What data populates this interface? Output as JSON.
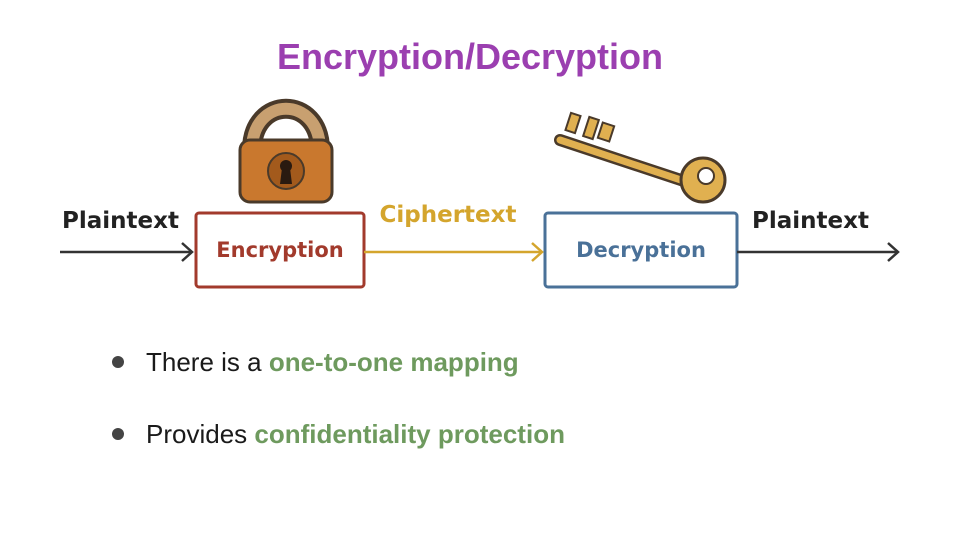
{
  "slide": {
    "title": "Encryption/Decryption",
    "accent_color": "#9b3fb0",
    "highlight_color": "#6e9a5e"
  },
  "diagram": {
    "input_label": "Plaintext",
    "encrypt_label": "Encryption",
    "cipher_label": "Ciphertext",
    "decrypt_label": "Decryption",
    "output_label": "Plaintext",
    "lock_icon": "padlock-icon",
    "key_icon": "key-icon",
    "colors": {
      "encrypt_box": "#a23a2c",
      "decrypt_box": "#4a7198",
      "cipher_line": "#d4a52d",
      "lock": "#c9782e"
    }
  },
  "bullets": [
    {
      "prefix": "There is a ",
      "highlight": "one-to-one mapping"
    },
    {
      "prefix": "Provides ",
      "highlight": "confidentiality protection"
    }
  ]
}
